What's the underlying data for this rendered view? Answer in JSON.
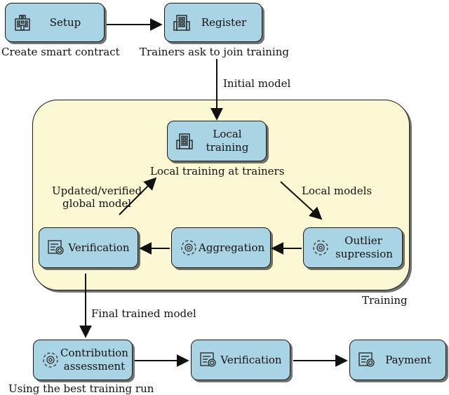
{
  "region": {
    "label": "Training"
  },
  "nodes": {
    "setup": {
      "label": "Setup",
      "caption": "Create smart contract",
      "icon": "building-icon"
    },
    "register": {
      "label": "Register",
      "caption": "Trainers ask to join training",
      "icon": "building-icon"
    },
    "local_training": {
      "label": "Local training",
      "caption": "Local training at trainers",
      "icon": "building-icon"
    },
    "outlier": {
      "label": "Outlier supression",
      "icon": "gear-cycle-icon"
    },
    "aggregation": {
      "label": "Aggregation",
      "icon": "gear-cycle-icon"
    },
    "verification_top": {
      "label": "Verification",
      "icon": "certificate-icon"
    },
    "contribution": {
      "label": "Contribution assessment",
      "caption": "Using the best training run",
      "icon": "gear-cycle-icon"
    },
    "verification_bottom": {
      "label": "Verification",
      "icon": "certificate-icon"
    },
    "payment": {
      "label": "Payment",
      "icon": "certificate-icon"
    }
  },
  "edges": {
    "initial_model": "Initial model",
    "local_models": "Local models",
    "updated_global": "Updated/verified\nglobal model",
    "final_model": "Final trained model"
  },
  "colors": {
    "node_fill": "#a9d4e3",
    "region_fill": "#fdf8d4",
    "stroke": "#1a1a1a"
  }
}
